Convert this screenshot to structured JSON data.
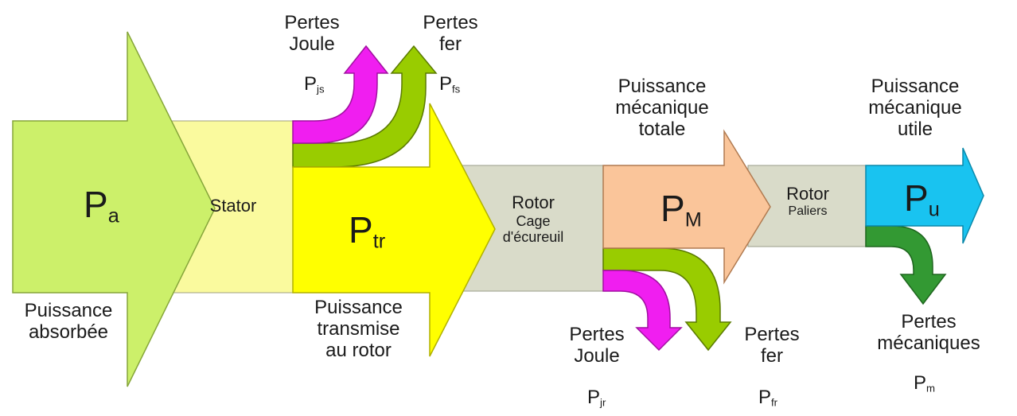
{
  "diagram": {
    "blocks": {
      "stator": "Stator",
      "rotor": "Rotor",
      "rotor_sub": "Cage",
      "rotor_sub2": "d'écureuil",
      "rotor2": "Rotor",
      "rotor2_sub": "Paliers"
    },
    "symbols": {
      "pa": {
        "main": "P",
        "sub": "a"
      },
      "ptr": {
        "main": "P",
        "sub": "tr"
      },
      "pm": {
        "main": "P",
        "sub": "M"
      },
      "pu": {
        "main": "P",
        "sub": "u"
      },
      "pjs": {
        "main": "P",
        "sub": "js"
      },
      "pfs": {
        "main": "P",
        "sub": "fs"
      },
      "pjr": {
        "main": "P",
        "sub": "jr"
      },
      "pfr": {
        "main": "P",
        "sub": "fr"
      },
      "pm_loss": {
        "main": "P",
        "sub": "m"
      }
    },
    "labels": {
      "puissance_absorbee": [
        "Puissance",
        "absorbée"
      ],
      "puissance_transmise": [
        "Puissance",
        "transmise",
        "au rotor"
      ],
      "puissance_meca_totale": [
        "Puissance",
        "mécanique",
        "totale"
      ],
      "puissance_meca_utile": [
        "Puissance",
        "mécanique",
        "utile"
      ],
      "pertes_joule_stator": [
        "Pertes",
        "Joule"
      ],
      "pertes_fer_stator": [
        "Pertes",
        "fer"
      ],
      "pertes_joule_rotor": [
        "Pertes",
        "Joule"
      ],
      "pertes_fer_rotor": [
        "Pertes",
        "fer"
      ],
      "pertes_mecaniques": [
        "Pertes",
        "mécaniques"
      ]
    },
    "colors": {
      "absorbed": "#ccf06a",
      "stator": "#fafa9e",
      "transmitted": "#ffff00",
      "rotor": "#d9dbc9",
      "mechanical": "#fac59a",
      "useful": "#19c3f0",
      "joule_loss": "#f01ef0",
      "iron_loss": "#99cc00",
      "mech_loss": "#339933"
    }
  }
}
